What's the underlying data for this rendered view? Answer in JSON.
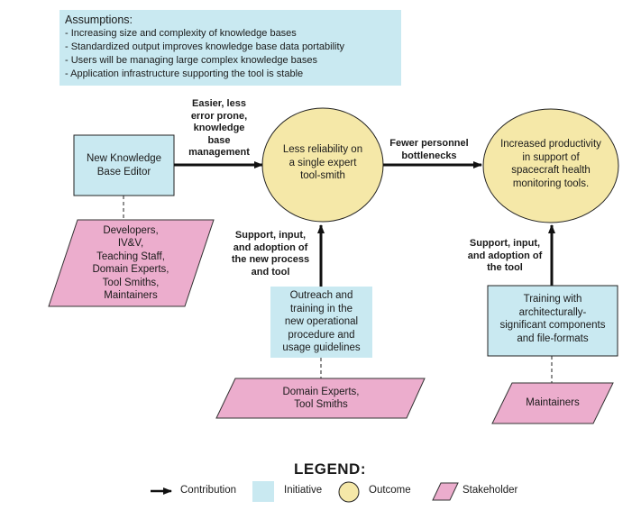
{
  "assumptions": {
    "title": "Assumptions:",
    "items": [
      "- Increasing size and complexity of knowledge bases",
      "- Standardized output improves knowledge base data portability",
      "- Users will be managing large complex knowledge bases",
      "- Application infrastructure supporting the tool is stable"
    ]
  },
  "nodes": {
    "initiative_editor": {
      "type": "initiative",
      "text": "New Knowledge Base Editor"
    },
    "stakeholder_devs": {
      "type": "stakeholder",
      "lines": [
        "Developers,",
        "IV&V,",
        "Teaching Staff,",
        "Domain Experts,",
        "Tool Smiths,",
        "Maintainers"
      ]
    },
    "outcome_reliability": {
      "type": "outcome",
      "lines": [
        "Less reliability on",
        "a single expert",
        "tool-smith"
      ]
    },
    "outcome_productivity": {
      "type": "outcome",
      "lines": [
        "Increased productivity",
        "in support of",
        "spacecraft health",
        "monitoring tools."
      ]
    },
    "initiative_outreach": {
      "type": "initiative",
      "lines": [
        "Outreach and",
        "training in the",
        "new operational",
        "procedure and",
        "usage guidelines"
      ]
    },
    "initiative_training": {
      "type": "initiative",
      "lines": [
        "Training with",
        "architecturally-",
        "significant components",
        "and file-formats"
      ]
    },
    "stakeholder_domain": {
      "type": "stakeholder",
      "lines": [
        "Domain Experts,",
        "Tool Smiths"
      ]
    },
    "stakeholder_maintainers": {
      "type": "stakeholder",
      "lines": [
        "Maintainers"
      ]
    }
  },
  "edges": {
    "editor_to_reliability": {
      "lines": [
        "Easier, less",
        "error prone,",
        "knowledge",
        "base",
        "management"
      ]
    },
    "reliability_to_productivity": {
      "lines": [
        "Fewer personnel",
        "bottlenecks"
      ]
    },
    "outreach_to_reliability": {
      "lines": [
        "Support, input,",
        "and adoption of",
        "the new process",
        "and tool"
      ]
    },
    "training_to_productivity": {
      "lines": [
        "Support, input,",
        "and adoption of",
        "the tool"
      ]
    }
  },
  "legend": {
    "title": "LEGEND:",
    "items": [
      {
        "icon": "arrow-icon",
        "label": "Contribution"
      },
      {
        "icon": "initiative-swatch",
        "label": "Initiative"
      },
      {
        "icon": "outcome-swatch",
        "label": "Outcome"
      },
      {
        "icon": "stakeholder-swatch",
        "label": "Stakeholder"
      }
    ]
  },
  "colors": {
    "initiative": "#c9e9f1",
    "outcome": "#f5e8a8",
    "stakeholder": "#ecadcd",
    "stroke": "#1a1a1a"
  }
}
